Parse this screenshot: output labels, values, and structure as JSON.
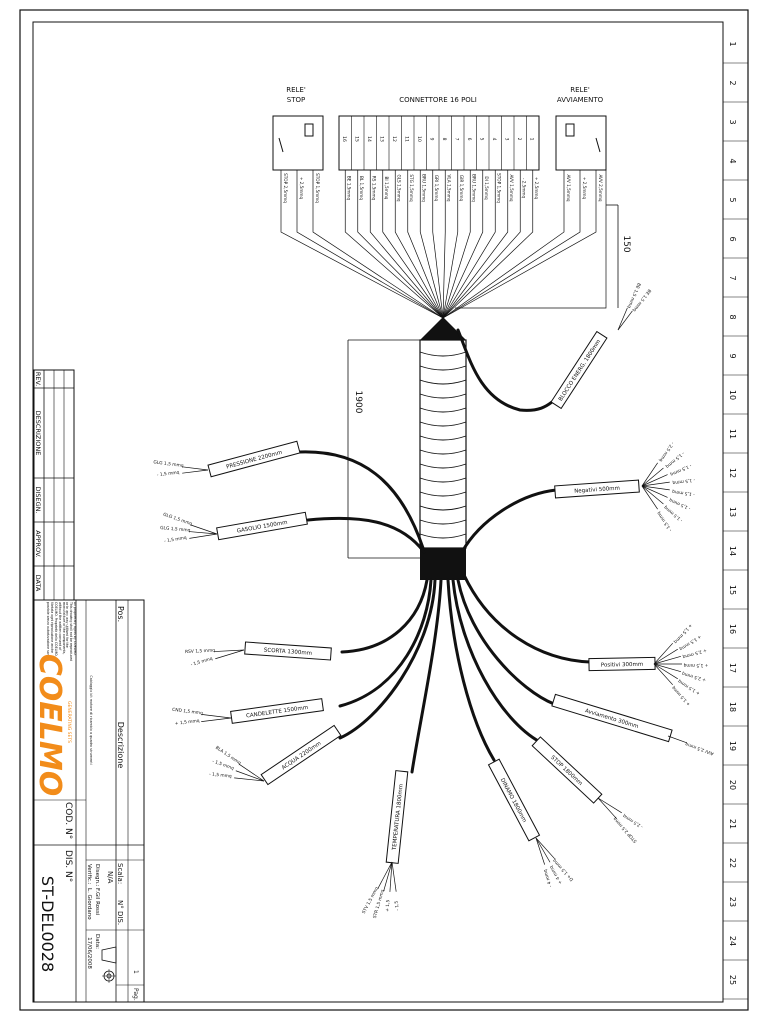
{
  "sheet": {
    "ruler_numbers": [
      "1",
      "2",
      "3",
      "4",
      "5",
      "6",
      "7",
      "8",
      "9",
      "10",
      "11",
      "12",
      "13",
      "14",
      "15",
      "16",
      "17",
      "18",
      "19",
      "20",
      "21",
      "22",
      "23",
      "24",
      "25"
    ]
  },
  "header": {
    "relay_stop": {
      "line1": "RELE'",
      "line2": "STOP"
    },
    "connector_title": "CONNETTORE 16 POLI",
    "relay_start": {
      "line1": "RELE'",
      "line2": "AVVIAMENTO"
    }
  },
  "connector": {
    "pins": [
      "16",
      "15",
      "14",
      "13",
      "12",
      "11",
      "10",
      "9",
      "8",
      "7",
      "6",
      "5",
      "4",
      "3",
      "2",
      "1"
    ],
    "wire_labels": [
      "BE 1,5mmq",
      "BL 1,5mmq",
      "RS 1,5mmq",
      "BI 1,5mmq",
      "GLS 1,5mmq",
      "STG 1,5mmq",
      "BRU 1,5mmq",
      "GRI 1,5mmq",
      "VLA 1,5mmq",
      "GIR 1,5mmq",
      "BRU 1,5mmq",
      "DI 1,5mmq",
      "STOP 1,5mmq",
      "AVV 1,5mmq",
      "- 2,5mmq",
      "+ 2,5mmq"
    ]
  },
  "relay_stop_wires": [
    "STOP 2,5mmq",
    "+ 2,5mmq",
    "STOP 1,5mmq"
  ],
  "relay_start_wires": [
    "AVV 1,5mmq",
    "+ 2,5mmq",
    "AVV 2,5mmq"
  ],
  "dimensions": {
    "side": "150",
    "trunk": "1900"
  },
  "branches": {
    "blocco": {
      "label": "BLOCCO ENERG. 1800mm",
      "wires": [
        "BE 1,5 mmq",
        "BE 1,5 mmq"
      ]
    },
    "pressione": {
      "label": "PRESSIONE 2200mm",
      "wires": [
        "- 1,5 mmq",
        "GLG 1,5 mmq"
      ]
    },
    "gasolio": {
      "label": "GASOLIO 1500mm",
      "wires": [
        "- 1,5 mmq",
        "GLG 1,5 mmq",
        "GLG 1,5 mmq"
      ]
    },
    "negativi": {
      "label": "Negativi 500mm",
      "wires": [
        "- 2,5 mmq",
        "- 1,5 mmq",
        "- 1,5 mmq",
        "- 1,5 mmq",
        "- 1,5 mmq",
        "- 1,5 mmq",
        "- 1,5 mmq",
        "- 1,5 mmq"
      ]
    },
    "scorta": {
      "label": "SCORTA 1300mm",
      "wires": [
        "- 1,5 mmq",
        "RSV 1,5 mmq"
      ]
    },
    "candelette": {
      "label": "CANDELETTE 1500mm",
      "wires": [
        "+ 1,5 mmq",
        "CND 1,5 mmq"
      ]
    },
    "acqua": {
      "label": "ACQUA 2200mm",
      "wires": [
        "- 1,5 mmq",
        "- 1,5 mmq",
        "BLA 1,5 mmq"
      ]
    },
    "temperatura": {
      "label": "TEMPERATURA 1800mm",
      "wires": [
        "- 1,5",
        "+ 1,5",
        "STR 1,5 mmq",
        "STV 1,5 mmq"
      ]
    },
    "dinamo": {
      "label": "DINAMO 1800mm",
      "wires": [
        "D+ 1,5 mmq",
        "+ 4 mmq",
        "- 4 mmq"
      ]
    },
    "stop": {
      "label": "STOP 1800mm",
      "wires": [
        "- 2,5 mmq",
        "STOP 2,5 mmq"
      ]
    },
    "avviamento": {
      "label": "Avviamento 300mm",
      "wires": [
        "AVV 2,5 mmq"
      ]
    },
    "positivi": {
      "label": "Positivi 300mm",
      "wires": [
        "+ 1,5 mmq",
        "+ 1,5 mmq",
        "+ 2,5 mmq",
        "+ 1,5 mmq",
        "+ 2,5 mmq",
        "+ 1,5 mmq",
        "+ 1,5 mmq"
      ]
    }
  },
  "title_block": {
    "revision_headers": [
      "REV.",
      "DESCRIZIONE",
      "DISEGN.",
      "APPROV.",
      "DATA"
    ],
    "pos_label": "Pos.",
    "descrizione_label": "Descrizione",
    "description_text": "Cablaggio kit motore di ricambio a quadro strumenti",
    "scala_label": "Scala:",
    "scala_value": "N/A",
    "ndis_label": "N° DIS.",
    "disegn_label": "Disegn.:",
    "disegn_value": "F.Gil Rossi",
    "verific_label": "Verific.:",
    "verific_value": "L. Giordano",
    "data_label": "Data:",
    "data_value": "17/06/2008",
    "pag_label": "Pag.",
    "pag_value": "1",
    "cod_label": "COD. N°",
    "dis_label": "DIS. N°",
    "drawing_number": "ST-DEL0028",
    "logo_text": "COELMO",
    "logo_sub": "GENERATING SETS",
    "copyright": "All proprietary rights by COELMO. This drawing shall not be reproduced or in any way utilised for the manufacture of the components, without the written consent of COELMO. Proprietà della COELMO. Vietata ogni riproduzione anche parziale senza autorizzazione scritta."
  }
}
